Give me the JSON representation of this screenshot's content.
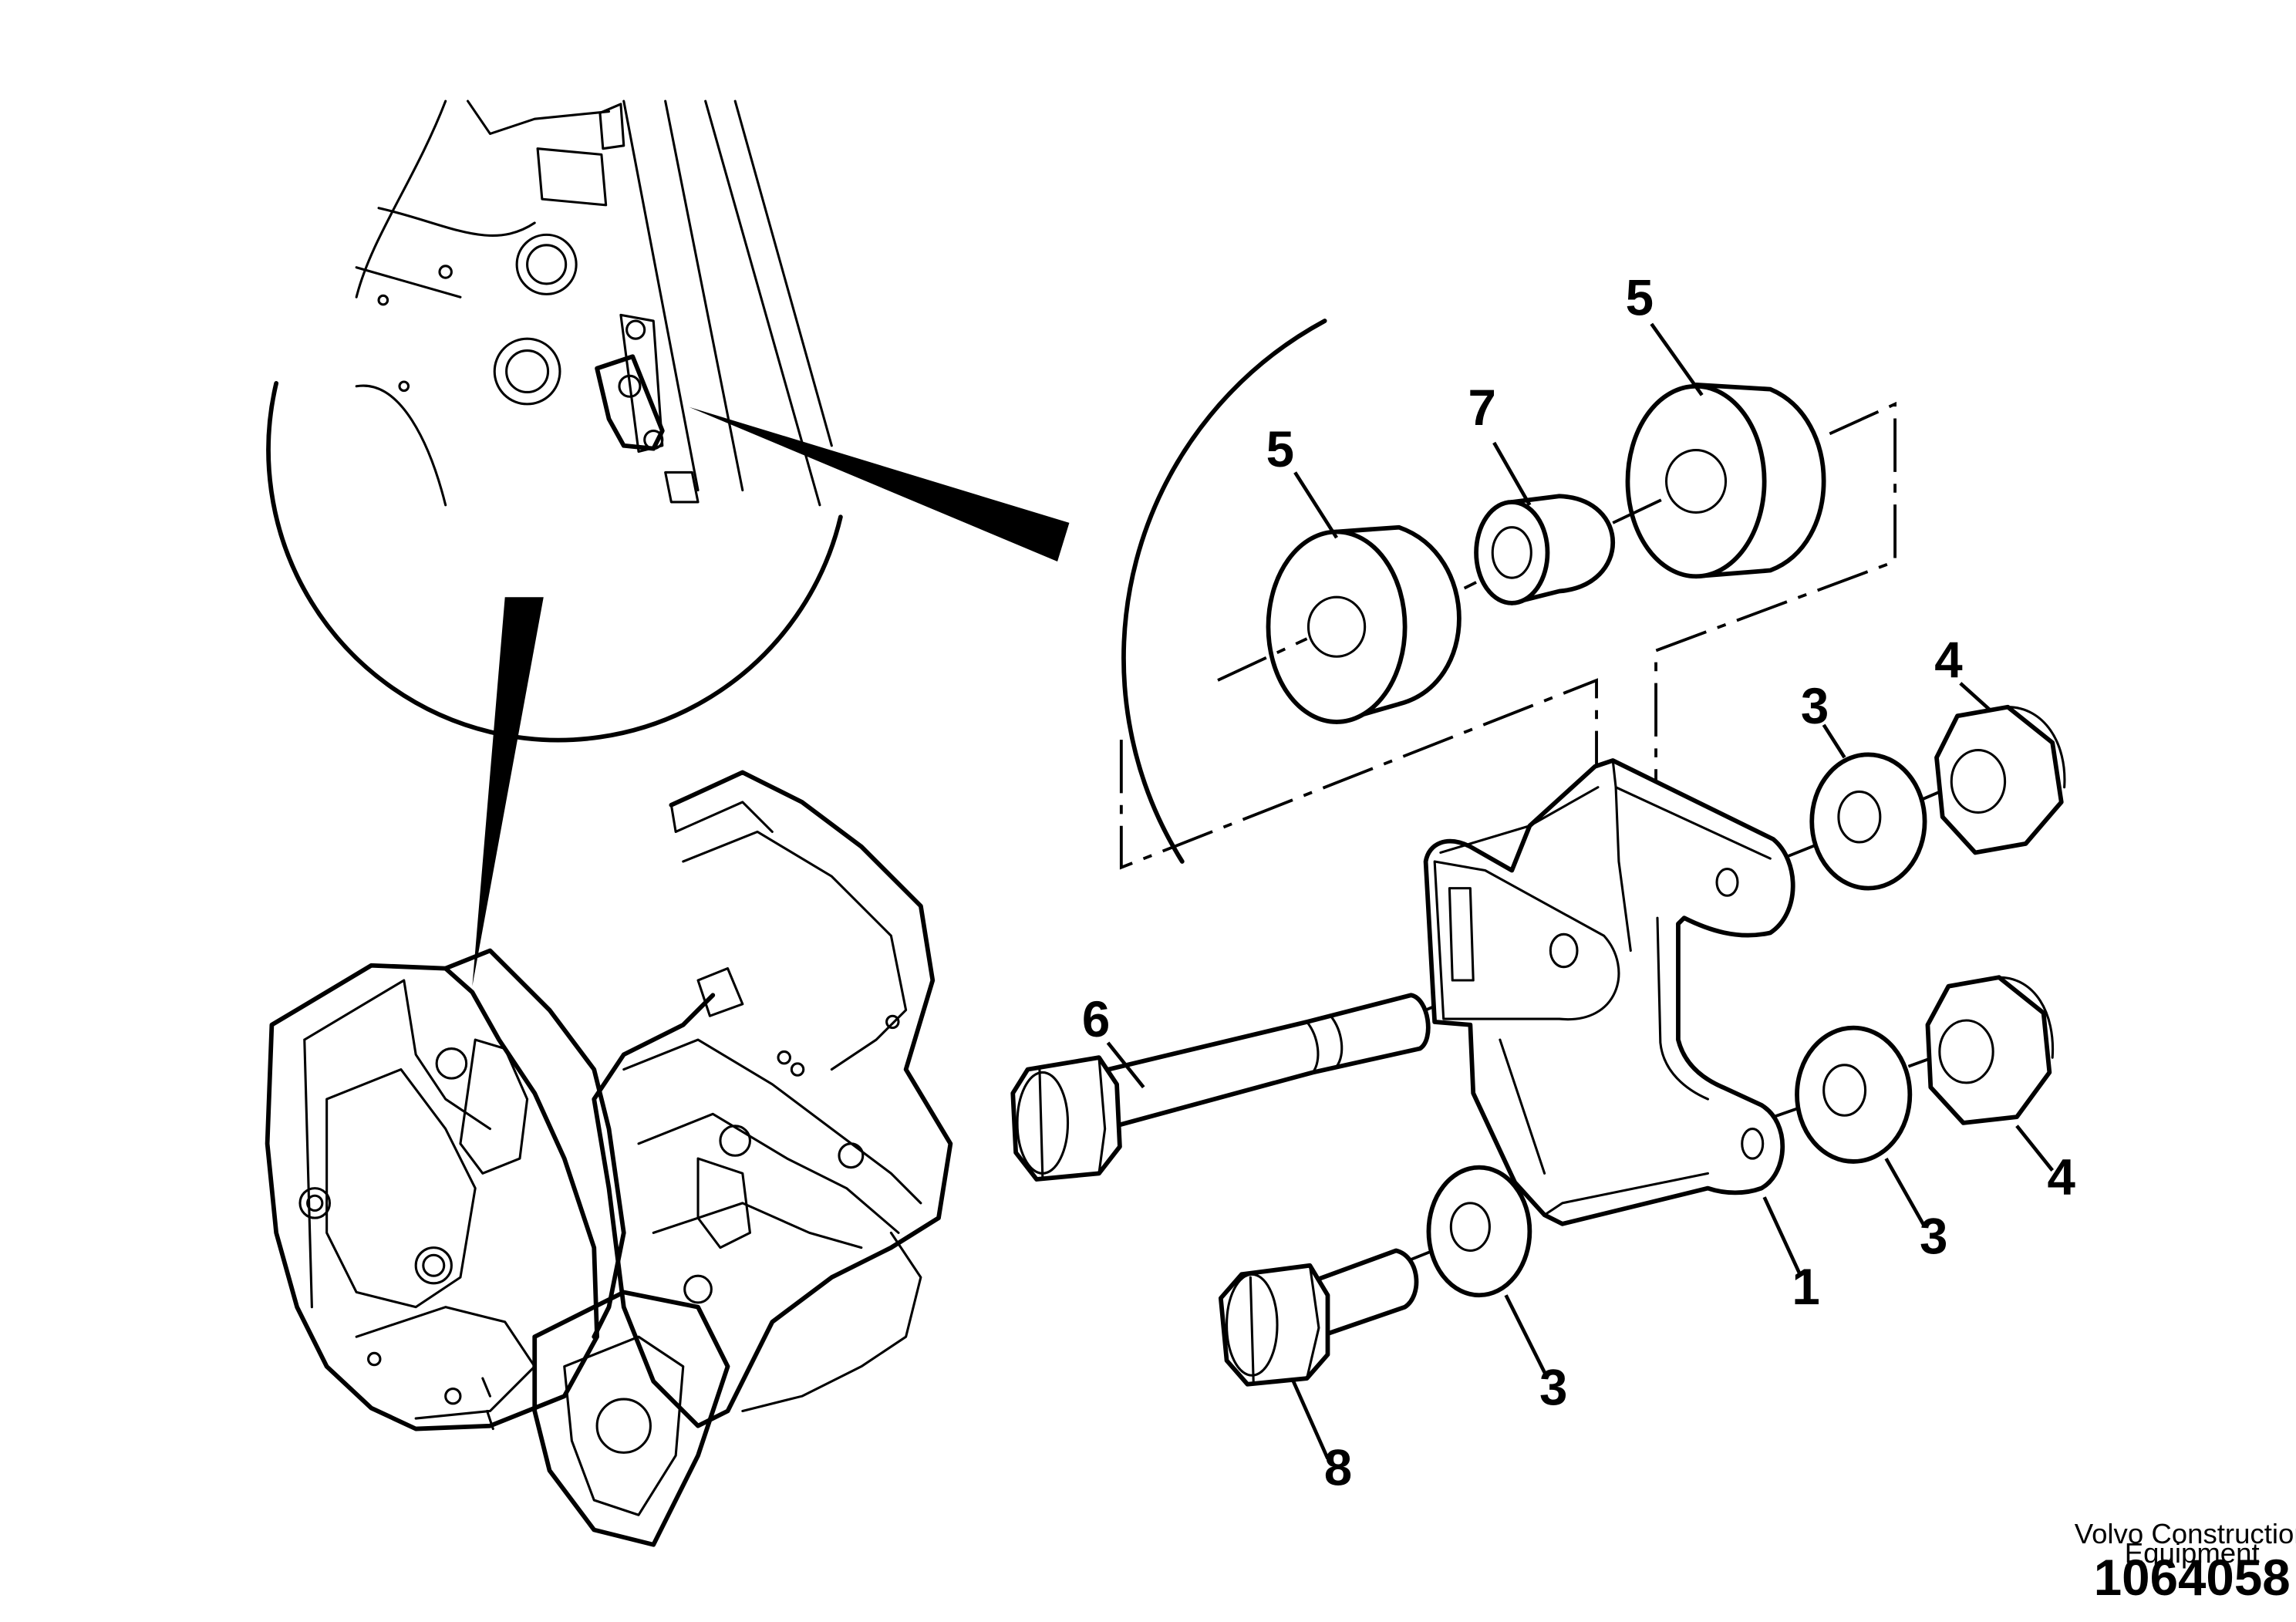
{
  "figure": {
    "callouts": [
      {
        "id": "c5a",
        "text": "5"
      },
      {
        "id": "c7",
        "text": "7"
      },
      {
        "id": "c5b",
        "text": "5"
      },
      {
        "id": "c4a",
        "text": "4"
      },
      {
        "id": "c3a",
        "text": "3"
      },
      {
        "id": "c6",
        "text": "6"
      },
      {
        "id": "c4b",
        "text": "4"
      },
      {
        "id": "c3b",
        "text": "3"
      },
      {
        "id": "c1",
        "text": "1"
      },
      {
        "id": "c3c",
        "text": "3"
      },
      {
        "id": "c8",
        "text": "8"
      }
    ],
    "credit_line1": "Volvo Construction",
    "credit_line2": "Equipment",
    "document_number": "1064058"
  }
}
